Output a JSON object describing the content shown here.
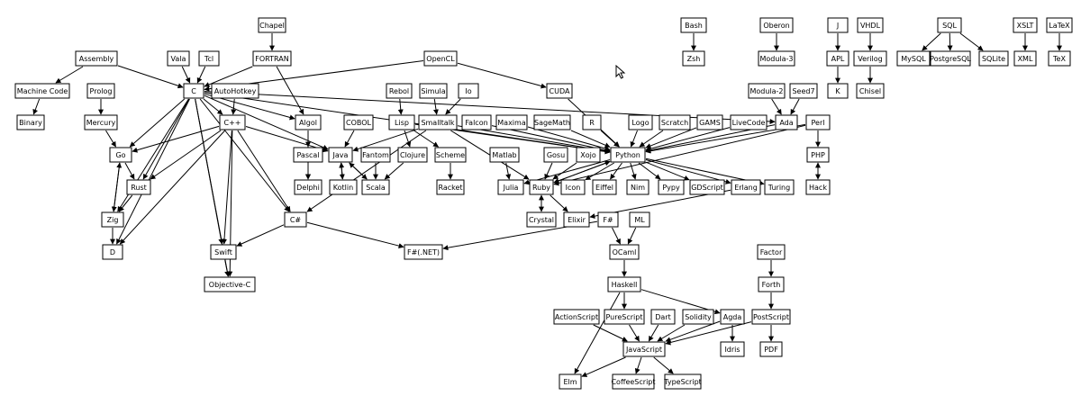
{
  "nodes": {
    "chapel": "Chapel",
    "bash": "Bash",
    "oberon": "Oberon",
    "j": "J",
    "vhdl": "VHDL",
    "sql": "SQL",
    "xslt": "XSLT",
    "latex": "LaTeX",
    "assembly": "Assembly",
    "vala": "Vala",
    "tcl": "Tcl",
    "fortran": "FORTRAN",
    "opencl": "OpenCL",
    "zsh": "Zsh",
    "modula3": "Modula-3",
    "apl": "APL",
    "verilog": "Verilog",
    "mysql": "MySQL",
    "postgresql": "PostgreSQL",
    "sqlite": "SQLite",
    "xml": "XML",
    "tex": "TeX",
    "machinecode": "Machine Code",
    "prolog": "Prolog",
    "c": "C",
    "autohotkey": "AutoHotkey",
    "rebol": "Rebol",
    "simula": "Simula",
    "io": "Io",
    "cuda": "CUDA",
    "modula2": "Modula-2",
    "seed7": "Seed7",
    "k": "K",
    "chisel": "Chisel",
    "binary": "Binary",
    "mercury": "Mercury",
    "cpp": "C++",
    "algol": "Algol",
    "cobol": "COBOL",
    "lisp": "Lisp",
    "smalltalk": "Smalltalk",
    "falcon": "Falcon",
    "maxima": "Maxima",
    "sagemath": "SageMath",
    "r": "R",
    "logo": "Logo",
    "scratch": "Scratch",
    "gams": "GAMS",
    "livecode": "LiveCode",
    "ada": "Ada",
    "perl": "Perl",
    "go": "Go",
    "pascal": "Pascal",
    "java": "Java",
    "fantom": "Fantom",
    "clojure": "Clojure",
    "scheme": "Scheme",
    "matlab": "Matlab",
    "gosu": "Gosu",
    "xojo": "Xojo",
    "python": "Python",
    "php": "PHP",
    "rust": "Rust",
    "delphi": "Delphi",
    "kotlin": "Kotlin",
    "scala": "Scala",
    "racket": "Racket",
    "julia": "Julia",
    "ruby": "Ruby",
    "icon": "Icon",
    "eiffel": "Eiffel",
    "nim": "Nim",
    "pypy": "Pypy",
    "gdscript": "GDScript",
    "erlang": "Erlang",
    "turing": "Turing",
    "hack": "Hack",
    "zig": "Zig",
    "csharp": "C#",
    "crystal": "Crystal",
    "elixir": "Elixir",
    "fsharp": "F#",
    "ml": "ML",
    "d": "D",
    "swift": "Swift",
    "fsharpnet": "F#(.NET)",
    "ocaml": "OCaml",
    "factor": "Factor",
    "objectivec": "Objective-C",
    "haskell": "Haskell",
    "forth": "Forth",
    "actionscript": "ActionScript",
    "purescript": "PureScript",
    "dart": "Dart",
    "solidity": "Solidity",
    "agda": "Agda",
    "postscript": "PostScript",
    "javascript": "JavaScript",
    "idris": "Idris",
    "pdf": "PDF",
    "elm": "Elm",
    "coffeescript": "CoffeeScript",
    "typescript": "TypeScript"
  },
  "edges": [
    [
      "chapel",
      "fortran"
    ],
    [
      "bash",
      "zsh"
    ],
    [
      "oberon",
      "modula3"
    ],
    [
      "j",
      "apl"
    ],
    [
      "vhdl",
      "verilog"
    ],
    [
      "sql",
      "mysql"
    ],
    [
      "sql",
      "postgresql"
    ],
    [
      "sql",
      "sqlite"
    ],
    [
      "xslt",
      "xml"
    ],
    [
      "latex",
      "tex"
    ],
    [
      "assembly",
      "machinecode"
    ],
    [
      "assembly",
      "c"
    ],
    [
      "vala",
      "c"
    ],
    [
      "tcl",
      "c"
    ],
    [
      "fortran",
      "c"
    ],
    [
      "fortran",
      "algol"
    ],
    [
      "opencl",
      "c"
    ],
    [
      "opencl",
      "cuda"
    ],
    [
      "apl",
      "k"
    ],
    [
      "verilog",
      "chisel"
    ],
    [
      "machinecode",
      "binary"
    ],
    [
      "prolog",
      "mercury"
    ],
    [
      "c",
      "cpp"
    ],
    [
      "c",
      "go"
    ],
    [
      "c",
      "rust"
    ],
    [
      "c",
      "zig"
    ],
    [
      "c",
      "d"
    ],
    [
      "c",
      "swift"
    ],
    [
      "c",
      "objectivec"
    ],
    [
      "c",
      "csharp"
    ],
    [
      "c",
      "java"
    ],
    [
      "c",
      "algol"
    ],
    [
      "c",
      "ada"
    ],
    [
      "c",
      "python"
    ],
    [
      "autohotkey",
      "cpp"
    ],
    [
      "rebol",
      "lisp"
    ],
    [
      "simula",
      "smalltalk"
    ],
    [
      "io",
      "smalltalk"
    ],
    [
      "cuda",
      "python"
    ],
    [
      "modula2",
      "ada"
    ],
    [
      "seed7",
      "ada"
    ],
    [
      "mercury",
      "go"
    ],
    [
      "cpp",
      "go"
    ],
    [
      "cpp",
      "rust"
    ],
    [
      "cpp",
      "d"
    ],
    [
      "cpp",
      "java"
    ],
    [
      "cpp",
      "csharp"
    ],
    [
      "cpp",
      "swift"
    ],
    [
      "cpp",
      "objectivec"
    ],
    [
      "algol",
      "pascal"
    ],
    [
      "algol",
      "delphi"
    ],
    [
      "cobol",
      "java"
    ],
    [
      "lisp",
      "clojure"
    ],
    [
      "lisp",
      "scheme"
    ],
    [
      "lisp",
      "python"
    ],
    [
      "smalltalk",
      "java"
    ],
    [
      "smalltalk",
      "ruby"
    ],
    [
      "smalltalk",
      "python"
    ],
    [
      "smalltalk",
      "csharp"
    ],
    [
      "falcon",
      "python"
    ],
    [
      "maxima",
      "python"
    ],
    [
      "sagemath",
      "python"
    ],
    [
      "r",
      "python"
    ],
    [
      "logo",
      "python"
    ],
    [
      "scratch",
      "python"
    ],
    [
      "gams",
      "python"
    ],
    [
      "livecode",
      "python"
    ],
    [
      "ada",
      "python"
    ],
    [
      "perl",
      "python"
    ],
    [
      "perl",
      "php"
    ],
    [
      "perl",
      "ruby"
    ],
    [
      "go",
      "rust"
    ],
    [
      "go",
      "zig"
    ],
    [
      "pascal",
      "delphi"
    ],
    [
      "java",
      "kotlin"
    ],
    [
      "java",
      "scala"
    ],
    [
      "fantom",
      "scala"
    ],
    [
      "clojure",
      "scala"
    ],
    [
      "scheme",
      "racket"
    ],
    [
      "matlab",
      "julia"
    ],
    [
      "gosu",
      "ruby"
    ],
    [
      "xojo",
      "ruby"
    ],
    [
      "python",
      "julia"
    ],
    [
      "python",
      "ruby"
    ],
    [
      "python",
      "icon"
    ],
    [
      "python",
      "eiffel"
    ],
    [
      "python",
      "nim"
    ],
    [
      "python",
      "pypy"
    ],
    [
      "python",
      "gdscript"
    ],
    [
      "python",
      "erlang"
    ],
    [
      "python",
      "turing"
    ],
    [
      "php",
      "hack"
    ],
    [
      "rust",
      "zig"
    ],
    [
      "kotlin",
      "java"
    ],
    [
      "scala",
      "java"
    ],
    [
      "ruby",
      "crystal"
    ],
    [
      "ruby",
      "elixir"
    ],
    [
      "ruby",
      "python"
    ],
    [
      "hack",
      "php"
    ],
    [
      "zig",
      "go"
    ],
    [
      "zig",
      "d"
    ],
    [
      "csharp",
      "swift"
    ],
    [
      "csharp",
      "fsharpnet"
    ],
    [
      "crystal",
      "ruby"
    ],
    [
      "erlang",
      "elixir"
    ],
    [
      "fsharp",
      "ocaml"
    ],
    [
      "ml",
      "ocaml"
    ],
    [
      "fsharp",
      "fsharpnet"
    ],
    [
      "swift",
      "objectivec"
    ],
    [
      "ocaml",
      "haskell"
    ],
    [
      "factor",
      "forth"
    ],
    [
      "haskell",
      "purescript"
    ],
    [
      "haskell",
      "agda"
    ],
    [
      "haskell",
      "elm"
    ],
    [
      "forth",
      "postscript"
    ],
    [
      "actionscript",
      "javascript"
    ],
    [
      "purescript",
      "javascript"
    ],
    [
      "dart",
      "javascript"
    ],
    [
      "solidity",
      "javascript"
    ],
    [
      "agda",
      "javascript"
    ],
    [
      "agda",
      "idris"
    ],
    [
      "postscript",
      "javascript"
    ],
    [
      "postscript",
      "pdf"
    ],
    [
      "javascript",
      "elm"
    ],
    [
      "javascript",
      "coffeescript"
    ],
    [
      "javascript",
      "typescript"
    ]
  ]
}
